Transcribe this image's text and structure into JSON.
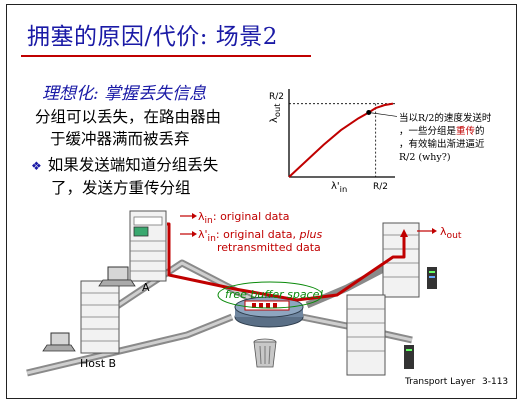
{
  "title": "拥塞的原因/代价: 场景2",
  "subtitle": "理想化: 掌握丢失信息",
  "bullets": [
    {
      "line1": "分组可以丢失，在路由器由",
      "line2": "于缓冲器满而被丢弃"
    },
    {
      "line1": "如果发送端知道分组丢失",
      "line2": "了，发送方重传分组"
    }
  ],
  "chart_data": {
    "type": "line",
    "xlabel": "λ'in",
    "ylabel": "λout",
    "x_ticks": [
      "R/2"
    ],
    "y_ticks": [
      "R/2"
    ],
    "xlim": [
      0,
      0.6
    ],
    "ylim": [
      0,
      0.6
    ],
    "series": [
      {
        "x": [
          0.0,
          0.1,
          0.2,
          0.3,
          0.4,
          0.46,
          0.5,
          0.55,
          0.6
        ],
        "y": [
          0.0,
          0.11,
          0.22,
          0.32,
          0.4,
          0.44,
          0.47,
          0.49,
          0.5
        ]
      }
    ],
    "annotation": "当以R/2的速度发送时\n，一些分组是重传的\n，有效输出渐进逼近\nR/2 (why?)"
  },
  "labels": {
    "lambda_in": "λin: original data",
    "lambda_prime_in_1": "λ'in: original data, plus",
    "lambda_prime_in_2": "retransmitted data",
    "lambda_out": "λout",
    "free_buffer": "free buffer space!",
    "host_a": "A",
    "host_b": "Host B"
  },
  "footer": {
    "text": "Transport Layer",
    "page": "3-113"
  },
  "colors": {
    "title": "#1a1aa6",
    "accent": "#c00000",
    "free_buffer": "#0a8a0a"
  }
}
